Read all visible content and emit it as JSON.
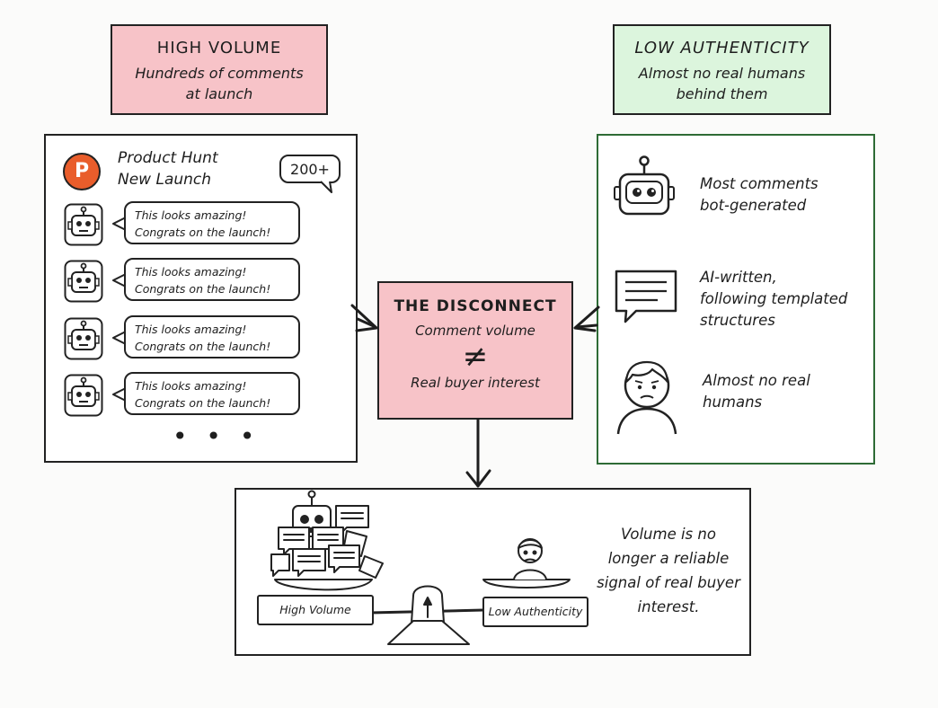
{
  "top_left": {
    "title": "HIGH VOLUME",
    "subtitle": "Hundreds of comments at launch"
  },
  "top_right": {
    "title": "LOW AUTHENTICITY",
    "subtitle": "Almost no real humans behind them"
  },
  "launch": {
    "logo_letter": "P",
    "title_line1": "Product Hunt",
    "title_line2": "New Launch",
    "count_badge": "200+",
    "comments": [
      {
        "line1": "This looks amazing!",
        "line2": "Congrats on the launch!"
      },
      {
        "line1": "This looks amazing!",
        "line2": "Congrats on the launch!"
      },
      {
        "line1": "This looks amazing!",
        "line2": "Congrats on the launch!"
      },
      {
        "line1": "This looks amazing!",
        "line2": "Congrats on the launch!"
      }
    ],
    "more": "• • •"
  },
  "reasons": [
    {
      "icon": "robot-icon",
      "line1": "Most comments",
      "line2": "bot-generated",
      "line3": ""
    },
    {
      "icon": "chat-bubble-icon",
      "line1": "AI-written,",
      "line2": "following templated",
      "line3": "structures"
    },
    {
      "icon": "human-face-icon",
      "line1": "Almost no real",
      "line2": "humans",
      "line3": ""
    }
  ],
  "disconnect": {
    "title": "THE DISCONNECT",
    "line1": "Comment volume",
    "symbol": "≠",
    "line2": "Real buyer interest"
  },
  "scale": {
    "left_label": "High Volume",
    "right_label": "Low Authenticity"
  },
  "conclusion": "Volume is no longer a reliable signal of real buyer interest.",
  "colors": {
    "pink": "#f7c3c8",
    "green": "#dcf5dd",
    "orange": "#e95d2b",
    "green_border": "#2e6b35"
  }
}
